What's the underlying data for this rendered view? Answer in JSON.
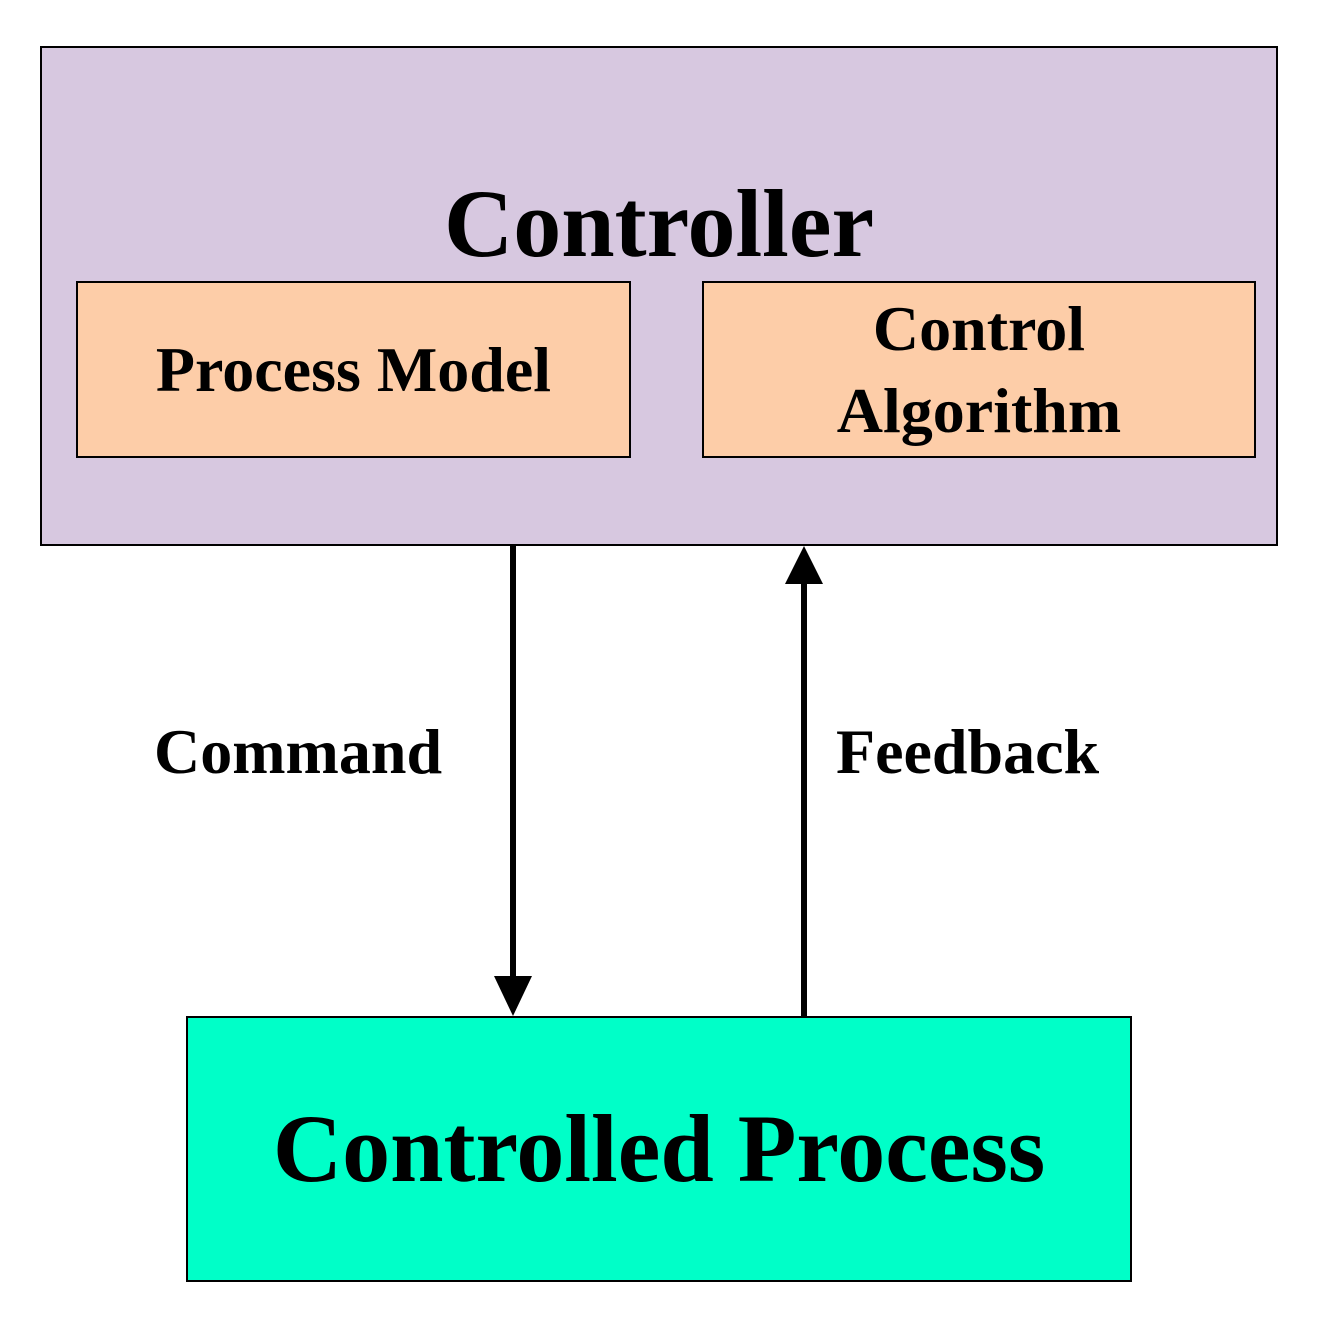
{
  "colors": {
    "controller_fill": "#d7c8e0",
    "inner_box_fill": "#fdcda8",
    "controlled_process_fill": "#00ffc8",
    "stroke": "#000000"
  },
  "controller": {
    "title": "Controller",
    "process_model": "Process Model",
    "control_algorithm": {
      "line1": "Control",
      "line2": "Algorithm"
    }
  },
  "edges": {
    "command": "Command",
    "feedback": "Feedback"
  },
  "controlled_process": {
    "label": "Controlled Process"
  }
}
